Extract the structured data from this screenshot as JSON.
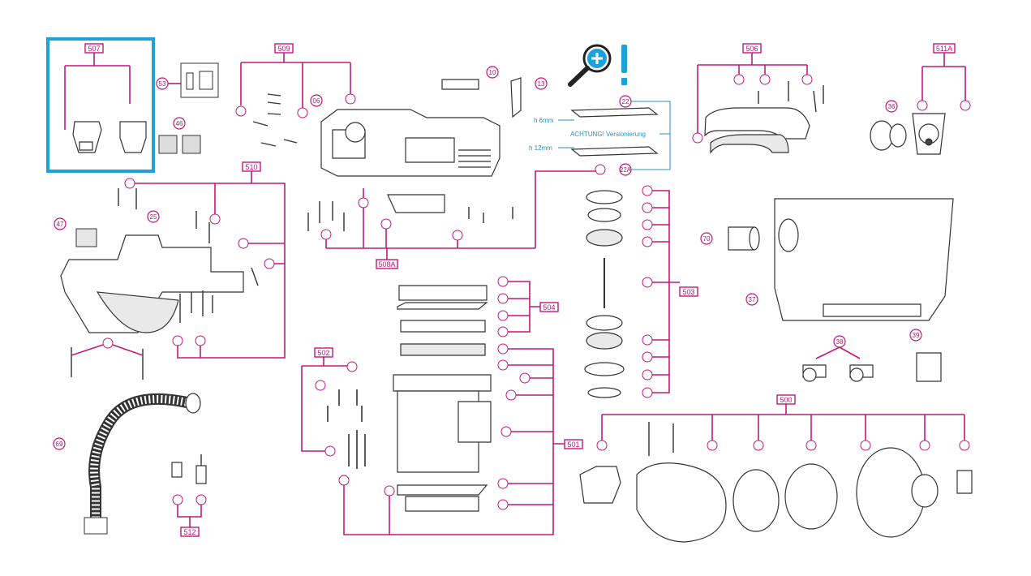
{
  "groups": {
    "g507": "507",
    "g509": "509",
    "g506": "506",
    "g511A": "511A",
    "g510": "510",
    "g508A": "508A",
    "g504": "504",
    "g503": "503",
    "g502": "502",
    "g501": "501",
    "g500": "500",
    "g512": "512"
  },
  "parts": {
    "p53": "53",
    "p46": "46",
    "p06": "06",
    "p10": "10",
    "p13": "13",
    "p22": "22",
    "p22A": "22A",
    "p36": "36",
    "p47": "47",
    "p25": "25",
    "p70": "70",
    "p37": "37",
    "p38": "38",
    "p39": "39",
    "p69": "69"
  },
  "notes": {
    "h6": "h 6mm",
    "h12": "h 12mm",
    "warning": "ACHTUNG! Versionierung"
  },
  "colors": {
    "accent": "#c2187a",
    "highlight": "#1da1d9",
    "note": "#2a8fc0",
    "zoom": "#1da1d9"
  },
  "icons": {
    "zoom": "zoom-in-icon",
    "info": "exclamation-icon"
  }
}
